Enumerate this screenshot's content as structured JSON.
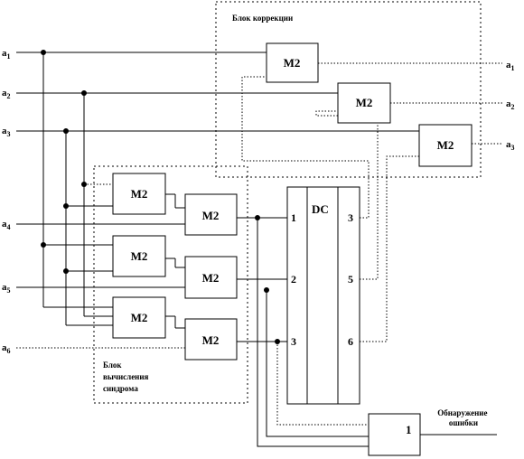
{
  "signals": {
    "inputs": [
      {
        "base": "a",
        "sub": "1"
      },
      {
        "base": "a",
        "sub": "2"
      },
      {
        "base": "a",
        "sub": "3"
      },
      {
        "base": "a",
        "sub": "4"
      },
      {
        "base": "a",
        "sub": "5"
      },
      {
        "base": "a",
        "sub": "6"
      }
    ],
    "outputs": [
      {
        "base": "a",
        "sub": "1"
      },
      {
        "base": "a",
        "sub": "2"
      },
      {
        "base": "a",
        "sub": "3"
      }
    ]
  },
  "blocks": {
    "mod2": "M2",
    "decoder": "DC",
    "or_gate": "1"
  },
  "decoder_pins": {
    "in": [
      "1",
      "2",
      "3"
    ],
    "out": [
      "3",
      "5",
      "6"
    ]
  },
  "captions": {
    "correction_block": "Блок коррекции",
    "syndrome_block": [
      "Блок",
      "вычисления",
      "синдрома"
    ],
    "error_detection": [
      "Обнаружение",
      "ошибки"
    ]
  }
}
